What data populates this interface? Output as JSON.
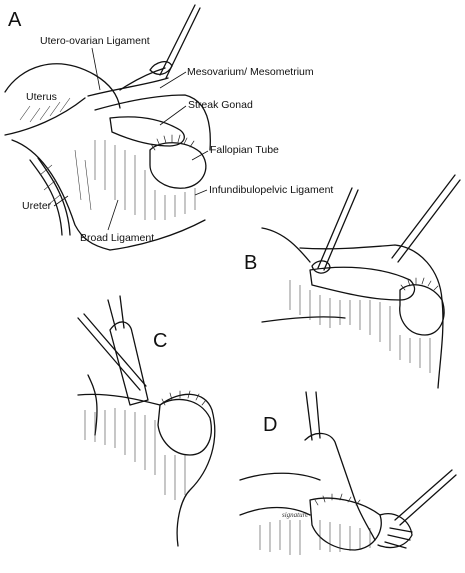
{
  "panels": {
    "a": "A",
    "b": "B",
    "c": "C",
    "d": "D"
  },
  "labels": {
    "utero_ovarian": "Utero-ovarian Ligament",
    "mesovarium": "Mesovarium/ Mesometrium",
    "uterus": "Uterus",
    "streak_gonad": "Streak Gonad",
    "fallopian_tube": "Fallopian Tube",
    "infundibulopelvic": "Infundibulopelvic Ligament",
    "ureter": "Ureter",
    "broad_ligament": "Broad Ligament"
  }
}
